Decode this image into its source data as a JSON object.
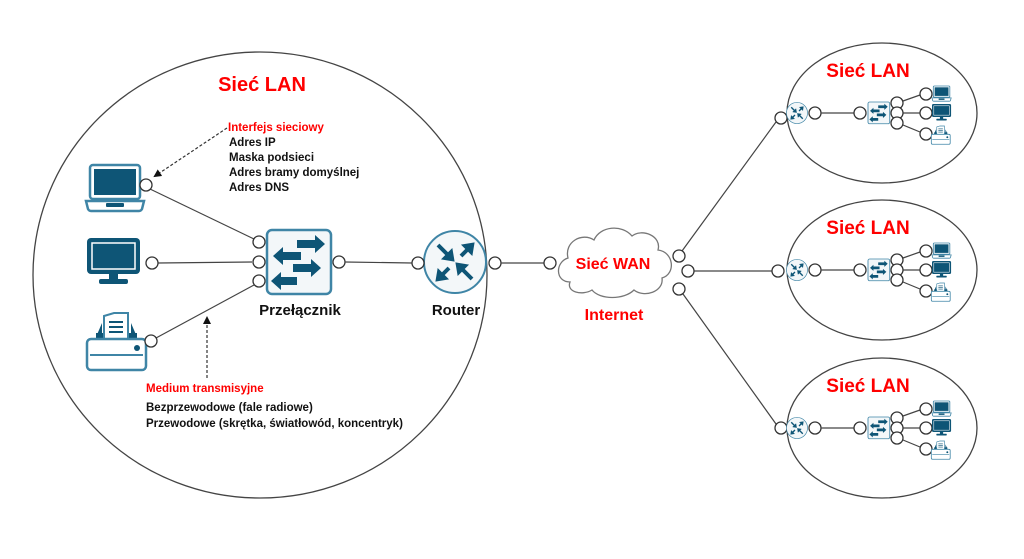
{
  "main_lan": {
    "title": "Sieć LAN",
    "interface_box": {
      "title": "Interfejs sieciowy",
      "lines": [
        "Adres IP",
        "Maska podsieci",
        "Adres bramy domyślnej",
        "Adres DNS"
      ]
    },
    "medium_box": {
      "title": "Medium transmisyjne",
      "lines": [
        "Bezprzewodowe (fale radiowe)",
        "Przewodowe (skrętka, światłowód, koncentryk)"
      ]
    },
    "devices": [
      {
        "name": "laptop",
        "icon": "laptop-icon"
      },
      {
        "name": "desktop",
        "icon": "monitor-icon"
      },
      {
        "name": "printer",
        "icon": "printer-icon"
      }
    ],
    "switch_label": "Przełącznik",
    "router_label": "Router"
  },
  "wan": {
    "cloud_label": "Sieć WAN",
    "caption": "Internet"
  },
  "remote_lans": [
    {
      "title": "Sieć LAN"
    },
    {
      "title": "Sieć LAN"
    },
    {
      "title": "Sieć LAN"
    }
  ],
  "colors": {
    "accent_red": "#ff0000",
    "icon_dark": "#0e5576",
    "icon_outline": "#3f85a6",
    "line": "#444444"
  }
}
